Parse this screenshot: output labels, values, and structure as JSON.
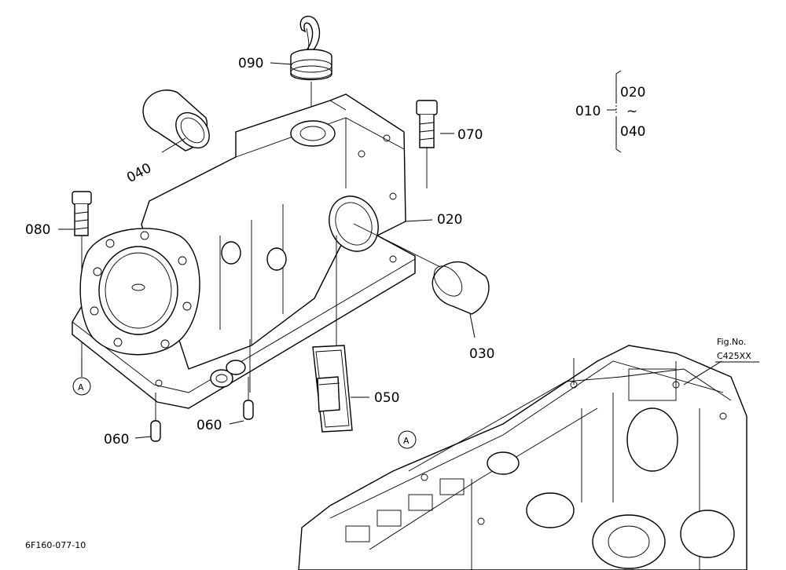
{
  "callouts": {
    "p090": "090",
    "p010": "010",
    "p020_range": "020",
    "tilde": "~",
    "p040_range": "040",
    "p070": "070",
    "p040": "040",
    "p080": "080",
    "p020": "020",
    "p030": "030",
    "p050": "050",
    "p060a": "060",
    "p060b": "060",
    "refA1": "A",
    "refA2": "A"
  },
  "figure": {
    "fig_label": "Fig.No.",
    "fig_number": "C425XX",
    "drawing_code": "6F160-077-10"
  }
}
